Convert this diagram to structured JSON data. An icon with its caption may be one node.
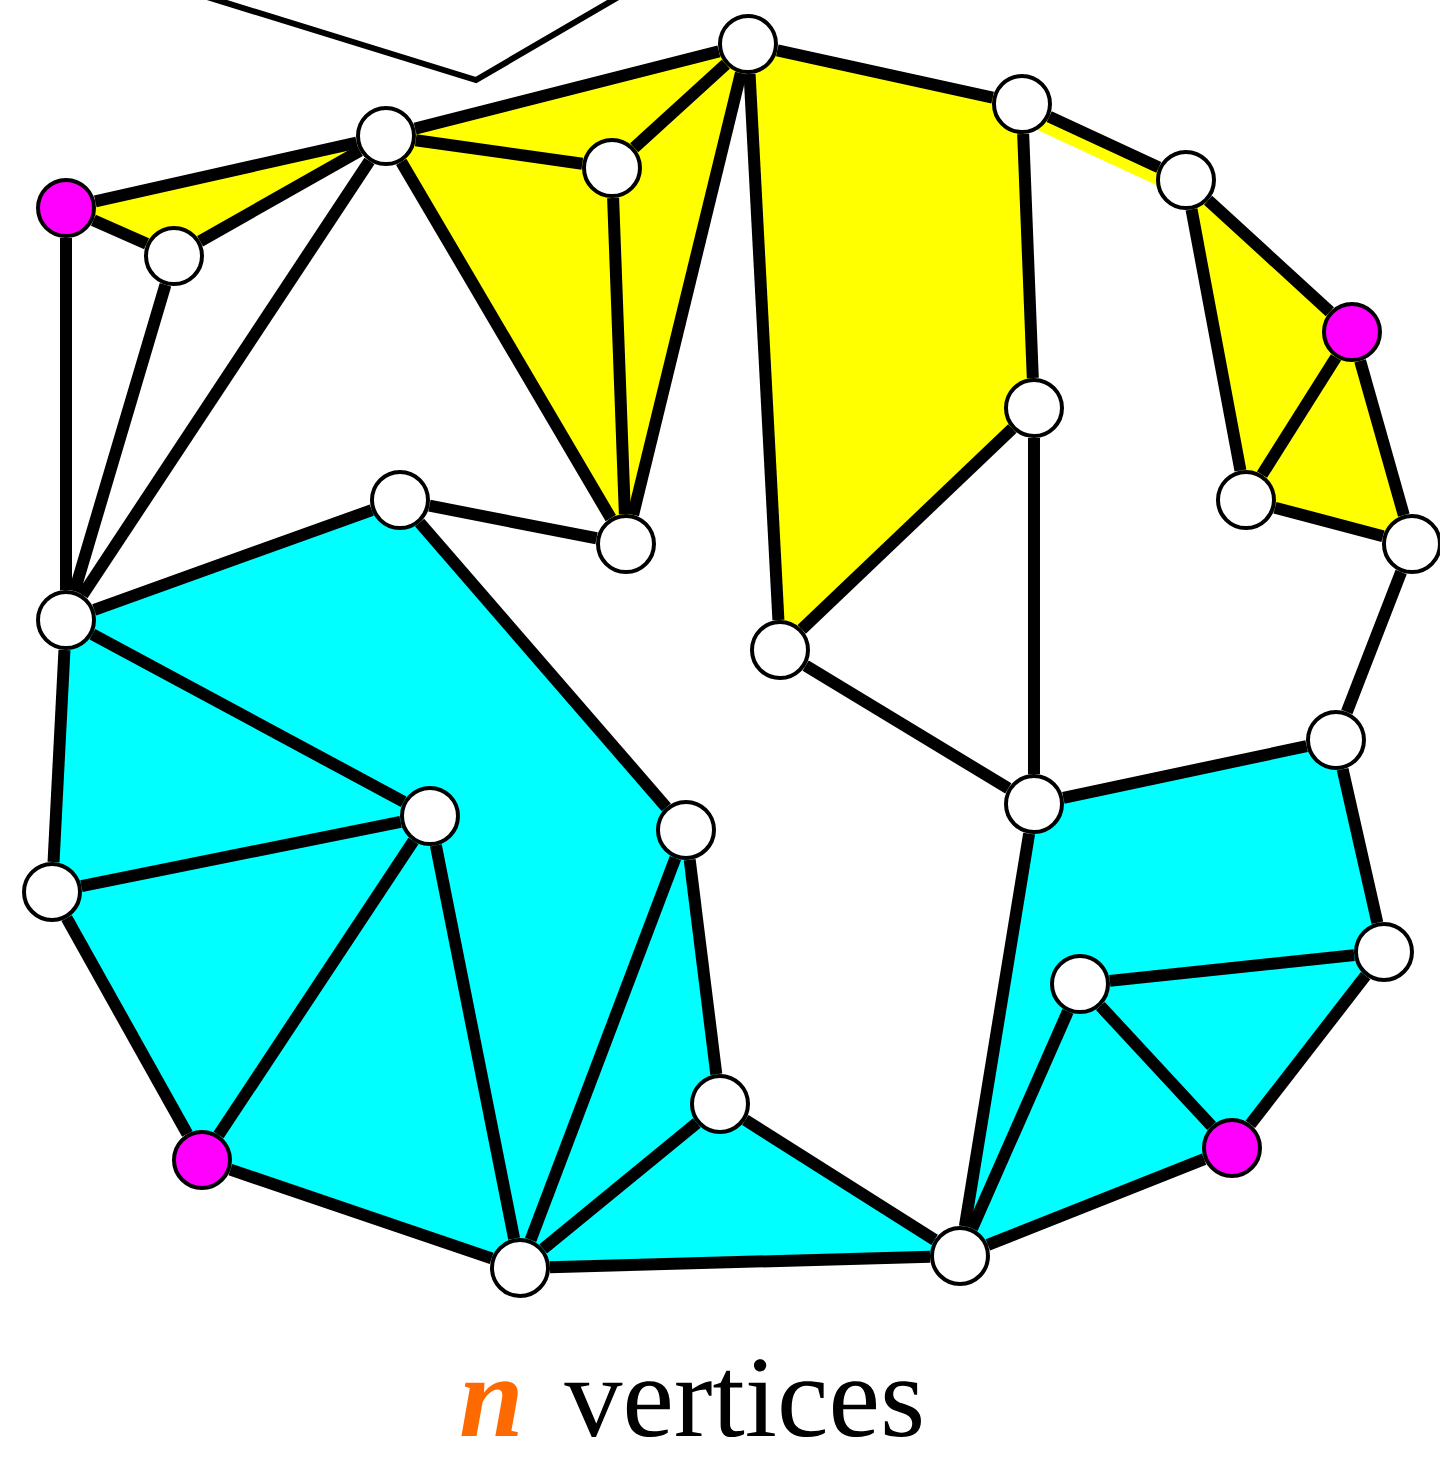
{
  "diagram": {
    "nodes": [
      {
        "text": [],
        "shape": "circle"
      },
      {
        "text": [],
        "shape": "circle"
      },
      {
        "text": [],
        "shape": "circle"
      },
      {
        "text": [],
        "shape": "circle"
      },
      {
        "text": [],
        "shape": "circle"
      },
      {
        "text": [],
        "shape": "circle"
      },
      {
        "text": [],
        "shape": "circle"
      },
      {
        "text": [],
        "shape": "circle"
      },
      {
        "text": [],
        "shape": "circle"
      },
      {
        "text": [],
        "shape": "circle"
      },
      {
        "text": [],
        "shape": "circle"
      },
      {
        "text": [],
        "shape": "circle"
      },
      {
        "text": [],
        "shape": "circle"
      },
      {
        "text": [],
        "shape": "circle"
      },
      {
        "text": [],
        "shape": "circle"
      },
      {
        "text": [],
        "shape": "circle"
      },
      {
        "text": [],
        "shape": "circle"
      },
      {
        "text": [],
        "shape": "circle"
      },
      {
        "text": [],
        "shape": "circle"
      },
      {
        "text": [],
        "shape": "circle"
      },
      {
        "text": [],
        "shape": "circle"
      },
      {
        "text": [],
        "shape": "circle"
      },
      {
        "text": [],
        "shape": "circle"
      },
      {
        "text": [],
        "shape": "circle"
      },
      {
        "text": [],
        "shape": "circle"
      },
      {
        "text": [],
        "shape": "circle"
      },
      {
        "text": [],
        "shape": "circle"
      }
    ],
    "edges": [
      {
        "from": 0,
        "to": 2,
        "arrow": "none"
      },
      {
        "from": 0,
        "to": 1,
        "arrow": "none"
      },
      {
        "from": 0,
        "to": 13,
        "arrow": "none"
      },
      {
        "from": 1,
        "to": 2,
        "arrow": "none"
      },
      {
        "from": 1,
        "to": 13,
        "arrow": "none"
      },
      {
        "from": 2,
        "to": 13,
        "arrow": "none"
      },
      {
        "from": 2,
        "to": 4,
        "arrow": "none"
      },
      {
        "from": 2,
        "to": 3,
        "arrow": "none"
      },
      {
        "from": 2,
        "to": 11,
        "arrow": "none"
      },
      {
        "from": 3,
        "to": 11,
        "arrow": "none"
      },
      {
        "from": 3,
        "to": 4,
        "arrow": "none"
      },
      {
        "from": 4,
        "to": 11,
        "arrow": "none"
      },
      {
        "from": 4,
        "to": 14,
        "arrow": "none"
      },
      {
        "from": 4,
        "to": 5,
        "arrow": "none"
      },
      {
        "from": 5,
        "to": 10,
        "arrow": "none"
      },
      {
        "from": 10,
        "to": 14,
        "arrow": "none"
      },
      {
        "from": 5,
        "to": 6,
        "arrow": "none"
      },
      {
        "from": 6,
        "to": 7,
        "arrow": "none"
      },
      {
        "from": 6,
        "to": 8,
        "arrow": "none"
      },
      {
        "from": 7,
        "to": 8,
        "arrow": "none"
      },
      {
        "from": 7,
        "to": 9,
        "arrow": "none"
      },
      {
        "from": 8,
        "to": 9,
        "arrow": "none"
      },
      {
        "from": 9,
        "to": 15,
        "arrow": "none"
      },
      {
        "from": 10,
        "to": 16,
        "arrow": "none"
      },
      {
        "from": 14,
        "to": 16,
        "arrow": "none"
      },
      {
        "from": 16,
        "to": 15,
        "arrow": "none"
      },
      {
        "from": 12,
        "to": 13,
        "arrow": "none"
      },
      {
        "from": 12,
        "to": 11,
        "arrow": "none"
      },
      {
        "from": 12,
        "to": 18,
        "arrow": "none"
      },
      {
        "from": 13,
        "to": 17,
        "arrow": "none"
      },
      {
        "from": 13,
        "to": 19,
        "arrow": "none"
      },
      {
        "from": 17,
        "to": 19,
        "arrow": "none"
      },
      {
        "from": 17,
        "to": 23,
        "arrow": "none"
      },
      {
        "from": 17,
        "to": 25,
        "arrow": "none"
      },
      {
        "from": 19,
        "to": 23,
        "arrow": "none"
      },
      {
        "from": 23,
        "to": 25,
        "arrow": "none"
      },
      {
        "from": 18,
        "to": 25,
        "arrow": "none"
      },
      {
        "from": 18,
        "to": 22,
        "arrow": "none"
      },
      {
        "from": 22,
        "to": 25,
        "arrow": "none"
      },
      {
        "from": 22,
        "to": 26,
        "arrow": "none"
      },
      {
        "from": 25,
        "to": 26,
        "arrow": "none"
      },
      {
        "from": 16,
        "to": 26,
        "arrow": "none"
      },
      {
        "from": 15,
        "to": 20,
        "arrow": "none"
      },
      {
        "from": 20,
        "to": 21,
        "arrow": "none"
      },
      {
        "from": 20,
        "to": 24,
        "arrow": "none"
      },
      {
        "from": 21,
        "to": 24,
        "arrow": "none"
      },
      {
        "from": 21,
        "to": 26,
        "arrow": "none"
      },
      {
        "from": 24,
        "to": 26,
        "arrow": "none"
      }
    ],
    "labels": [
      "n",
      "vertices"
    ]
  }
}
